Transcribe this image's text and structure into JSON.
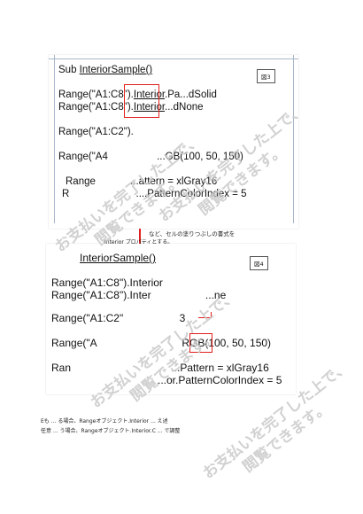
{
  "figure1": {
    "label": "図3",
    "lines": [
      {
        "plain": "Sub ",
        "ul": "InteriorSample()",
        "rest": ""
      },
      {
        "plain": "Range(\"A1:C8\").",
        "ul": "Interior",
        "rest": ".Pa...dSolid"
      },
      {
        "plain": "Range(\"A1:C8\").",
        "ul": "Interior",
        "rest": "...dNone"
      },
      {
        "plain": "Range(\"A1:C2\").",
        "ul": "",
        "rest": ""
      },
      {
        "plain": "Range(\"A4",
        "ul": "",
        "rest": "...GB(100, 50, 150)"
      },
      {
        "plain": "Range",
        "ul": "",
        "rest": "...attern = xlGray16"
      },
      {
        "plain": "R",
        "ul": "",
        "rest": "....PatternColorIndex = 5"
      }
    ]
  },
  "caption": {
    "line1": "など、セルの塗りつぶしの書式を",
    "line2": "Interior プロパティとする。"
  },
  "figure2": {
    "label": "図4",
    "lines": [
      {
        "plain": "",
        "ul": "InteriorSample()",
        "rest": ""
      },
      {
        "plain": "Range(\"A1:C8\").Interior",
        "ul": "",
        "rest": ""
      },
      {
        "plain": "Range(\"A1:C8\").Inter",
        "ul": "",
        "rest": "...ne"
      },
      {
        "plain": "Range(\"A1:C2\"",
        "ul": "",
        "rest": "3"
      },
      {
        "plain": "Range(\"A",
        "ul": "",
        "rest": "RGB(100, 50, 150)"
      },
      {
        "plain": "Ran",
        "ul": "",
        "rest": "...Pattern = xlGray16"
      },
      {
        "plain": "",
        "ul": "",
        "rest": "...or.PatternColorIndex = 5"
      }
    ]
  },
  "footer": {
    "line1": "Eも ... る場合、Rangeオブジェクト.Interior ... え述",
    "line2": "任意 ... う場合、Rangeオブジェクト.Interior.C ... で調整"
  },
  "watermark": {
    "text1": "お支払いを完了した上で、",
    "text2": "閲覧できます。"
  }
}
